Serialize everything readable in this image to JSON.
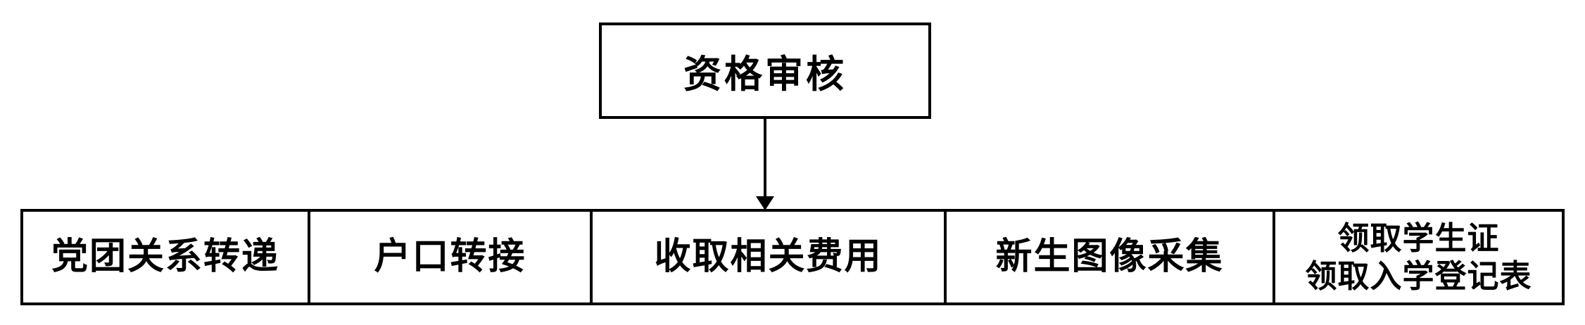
{
  "diagram": {
    "colors": {
      "line": "#000000",
      "text": "#000000",
      "background": "#ffffff"
    },
    "top_box": {
      "label": "资格审核"
    },
    "arrow": {
      "direction": "down",
      "from": "top_box",
      "to": "process_row"
    },
    "process_row": {
      "cells": [
        {
          "label": "党团关系转递"
        },
        {
          "label": "户口转接"
        },
        {
          "label": "收取相关费用"
        },
        {
          "label": "新生图像采集"
        },
        {
          "label": "领取学生证\n领取入学登记表"
        }
      ]
    }
  }
}
